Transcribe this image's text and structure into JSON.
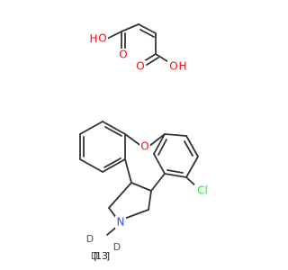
{
  "molecule": {
    "atoms": {
      "O1": "O",
      "H1": "H",
      "O2": "O",
      "O3": "O",
      "H2": "H",
      "O4": "O",
      "O5": "O",
      "N": "N",
      "Cl": "Cl",
      "D1": "D",
      "D2": "D",
      "D3": "D",
      "C13": "13",
      "C13_bracket_open": "[",
      "C13_bracket_close": "]"
    },
    "colors": {
      "oxygen": "#ff0d0d",
      "nitrogen": "#3050f8",
      "chlorine": "#1ff01f",
      "deuterium": "#555555",
      "bond": "#333333"
    }
  }
}
